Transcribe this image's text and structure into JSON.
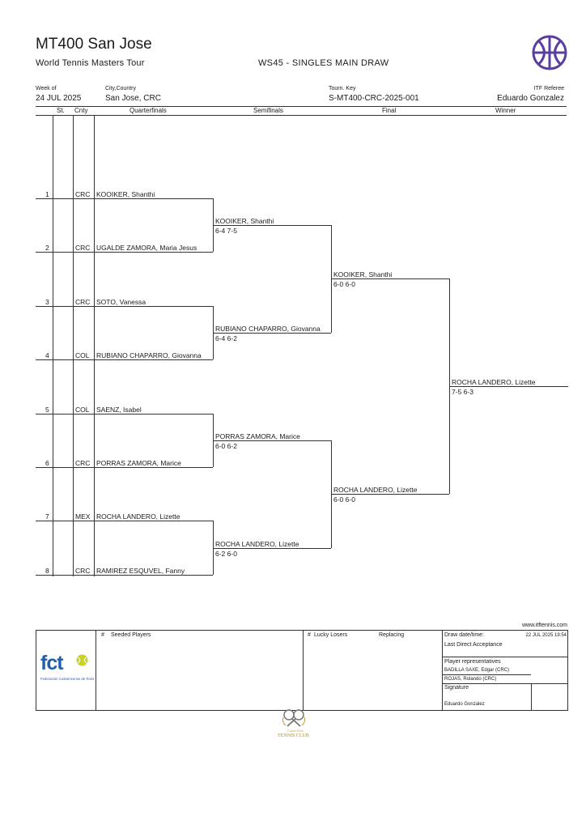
{
  "header": {
    "title": "MT400 San Jose",
    "tour": "World Tennis Masters Tour",
    "draw_name": "WS45 - SINGLES MAIN DRAW",
    "week_label": "Week of",
    "week_value": "24 JUL 2025",
    "city_label": "City,Country",
    "city_value": "San Jose, CRC",
    "key_label": "Tourn. Key",
    "key_value": "S-MT400-CRC-2025-001",
    "referee_label": "ITF Referee",
    "referee_value": "Eduardo Gonzalez"
  },
  "columns": {
    "st": "St.",
    "cnty": "Cnty",
    "qf": "Quarterfinals",
    "sf": "Semifinals",
    "final": "Final",
    "winner": "Winner"
  },
  "players": [
    {
      "seed": "1",
      "country": "CRC",
      "name": "KOOIKER, Shanthi"
    },
    {
      "seed": "2",
      "country": "CRC",
      "name": "UGALDE ZAMORA, Maria Jesus"
    },
    {
      "seed": "3",
      "country": "CRC",
      "name": "SOTO, Vanessa"
    },
    {
      "seed": "4",
      "country": "COL",
      "name": "RUBIANO CHAPARRO, Giovanna"
    },
    {
      "seed": "5",
      "country": "COL",
      "name": "SAENZ, Isabel"
    },
    {
      "seed": "6",
      "country": "CRC",
      "name": "PORRAS ZAMORA, Marice"
    },
    {
      "seed": "7",
      "country": "MEX",
      "name": "ROCHA LANDERO, Lizette"
    },
    {
      "seed": "8",
      "country": "CRC",
      "name": "RAMIREZ ESQUVEL, Fanny"
    }
  ],
  "semifinals": [
    {
      "name": "KOOIKER, Shanthi",
      "score": "6-4 7-5"
    },
    {
      "name": "RUBIANO CHAPARRO, Giovanna",
      "score": "6-4 6-2"
    },
    {
      "name": "PORRAS ZAMORA, Marice",
      "score": "6-0 6-2"
    },
    {
      "name": "ROCHA LANDERO, Lizette",
      "score": "6-2 6-0"
    }
  ],
  "finals": [
    {
      "name": "KOOIKER, Shanthi",
      "score": "6-0 6-0"
    },
    {
      "name": "ROCHA LANDERO, Lizette",
      "score": "6-0 6-0"
    }
  ],
  "winner": {
    "name": "ROCHA LANDERO, Lizette",
    "score": "7-5 6-3"
  },
  "footer": {
    "website": "www.itftennis.com",
    "seeded_hash": "#",
    "seeded_label": "Seeded Players",
    "lucky_hash": "#",
    "lucky_label": "Lucky Losers",
    "replacing_label": "Replacing",
    "draw_date_label": "Draw date/time:",
    "draw_date_value": "22 JUL 2025 19:54",
    "last_da_label": "Last Direct Acceptance",
    "player_reps_label": "Player representatives",
    "rep1": "BADILLA SAXE, Edgar (CRC)",
    "rep2": "ROJAS, Rolando (CRC)",
    "signature_label": "Signature",
    "signature_value": "Eduardo Gonzalez",
    "fct_logo_text": "fct",
    "fct_logo_sub": "Federación Costarricense de Tenis",
    "club_line1": "Costa Rica",
    "club_line2": "TENNIS CLUB"
  },
  "colors": {
    "logo_purple": "#5b3f9e",
    "fct_blue": "#1f5fae",
    "fct_ball": "#c9d421",
    "club_gold": "#c9a646"
  }
}
